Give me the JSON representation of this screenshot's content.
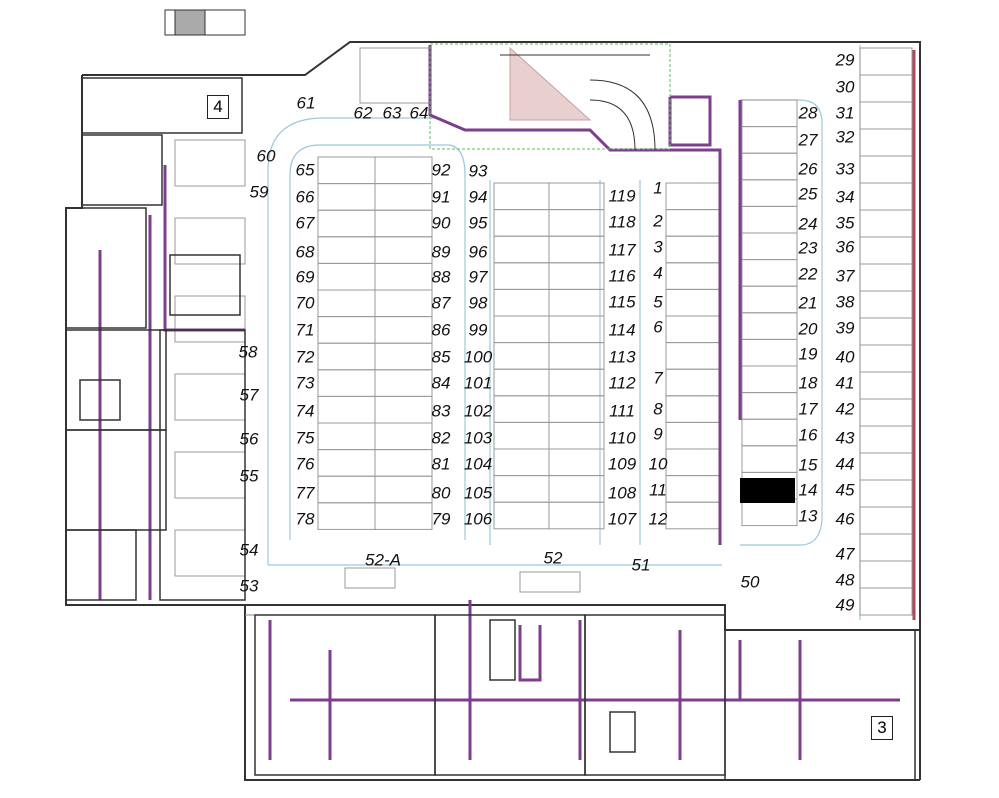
{
  "plan": {
    "section_markers": [
      "4",
      "3"
    ],
    "spot_columns": {
      "col_a": [
        "65",
        "66",
        "67",
        "68",
        "69",
        "70",
        "71",
        "72",
        "73",
        "74",
        "75",
        "76",
        "77",
        "78"
      ],
      "col_b": [
        "92",
        "91",
        "90",
        "89",
        "88",
        "87",
        "86",
        "85",
        "84",
        "83",
        "82",
        "81",
        "80",
        "79"
      ],
      "col_c": [
        "93",
        "94",
        "95",
        "96",
        "97",
        "98",
        "99",
        "100",
        "101",
        "102",
        "103",
        "104",
        "105",
        "106"
      ],
      "col_d": [
        "119",
        "118",
        "117",
        "116",
        "115",
        "114",
        "113",
        "112",
        "111",
        "110",
        "109",
        "108",
        "107"
      ],
      "col_e": [
        "1",
        "2",
        "3",
        "4",
        "5",
        "6",
        "7",
        "8",
        "9",
        "10",
        "11",
        "12"
      ],
      "col_f": [
        "28",
        "27",
        "26",
        "25",
        "24",
        "23",
        "22",
        "21",
        "20",
        "19",
        "18",
        "17",
        "16",
        "15",
        "14",
        "13"
      ],
      "col_g": [
        "29",
        "30",
        "31",
        "32",
        "33",
        "34",
        "35",
        "36",
        "37",
        "38",
        "39",
        "40",
        "41",
        "42",
        "43",
        "44",
        "45",
        "46",
        "47",
        "48",
        "49"
      ]
    },
    "perimeter_spots": [
      "61",
      "62",
      "63",
      "64",
      "60",
      "59",
      "58",
      "57",
      "56",
      "55",
      "54",
      "53",
      "52-A",
      "52",
      "51",
      "50"
    ],
    "colors": {
      "wall": "#333333",
      "partition": "#7b3f8c",
      "exterior": "#b0485a",
      "aisle": "#9cc7dc",
      "ramp": "#c8a0a0",
      "zone": "#5fbf5f"
    }
  }
}
